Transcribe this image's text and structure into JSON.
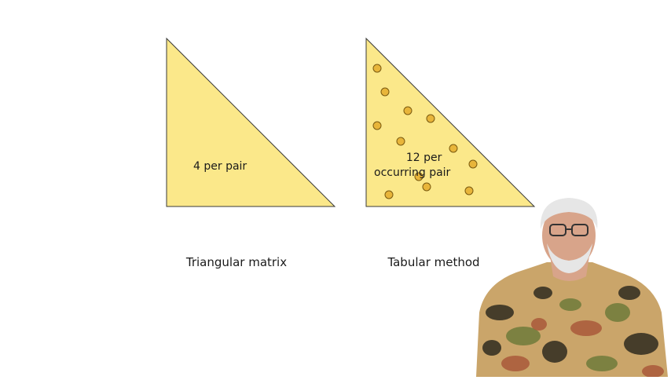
{
  "slide": {
    "left_panel": {
      "inner_text": "4 per pair",
      "caption": "Triangular matrix",
      "fill_color": "#fbe88a",
      "stroke_color": "#3a3a3a"
    },
    "right_panel": {
      "inner_text_line1": "12 per",
      "inner_text_line2": "occurring pair",
      "caption": "Tabular method",
      "fill_color": "#fbe88a",
      "stroke_color": "#3a3a3a",
      "dot_color": "#e8b53a",
      "dot_count": 12
    },
    "background_color": "#ffffff"
  },
  "presenter": {
    "shirt_base": "#caa56a",
    "shirt_dark": "#2f2a1e",
    "shirt_green": "#6f7a3a",
    "shirt_red": "#a9583a",
    "skin": "#d8a48a",
    "hair": "#e6e6e6"
  }
}
